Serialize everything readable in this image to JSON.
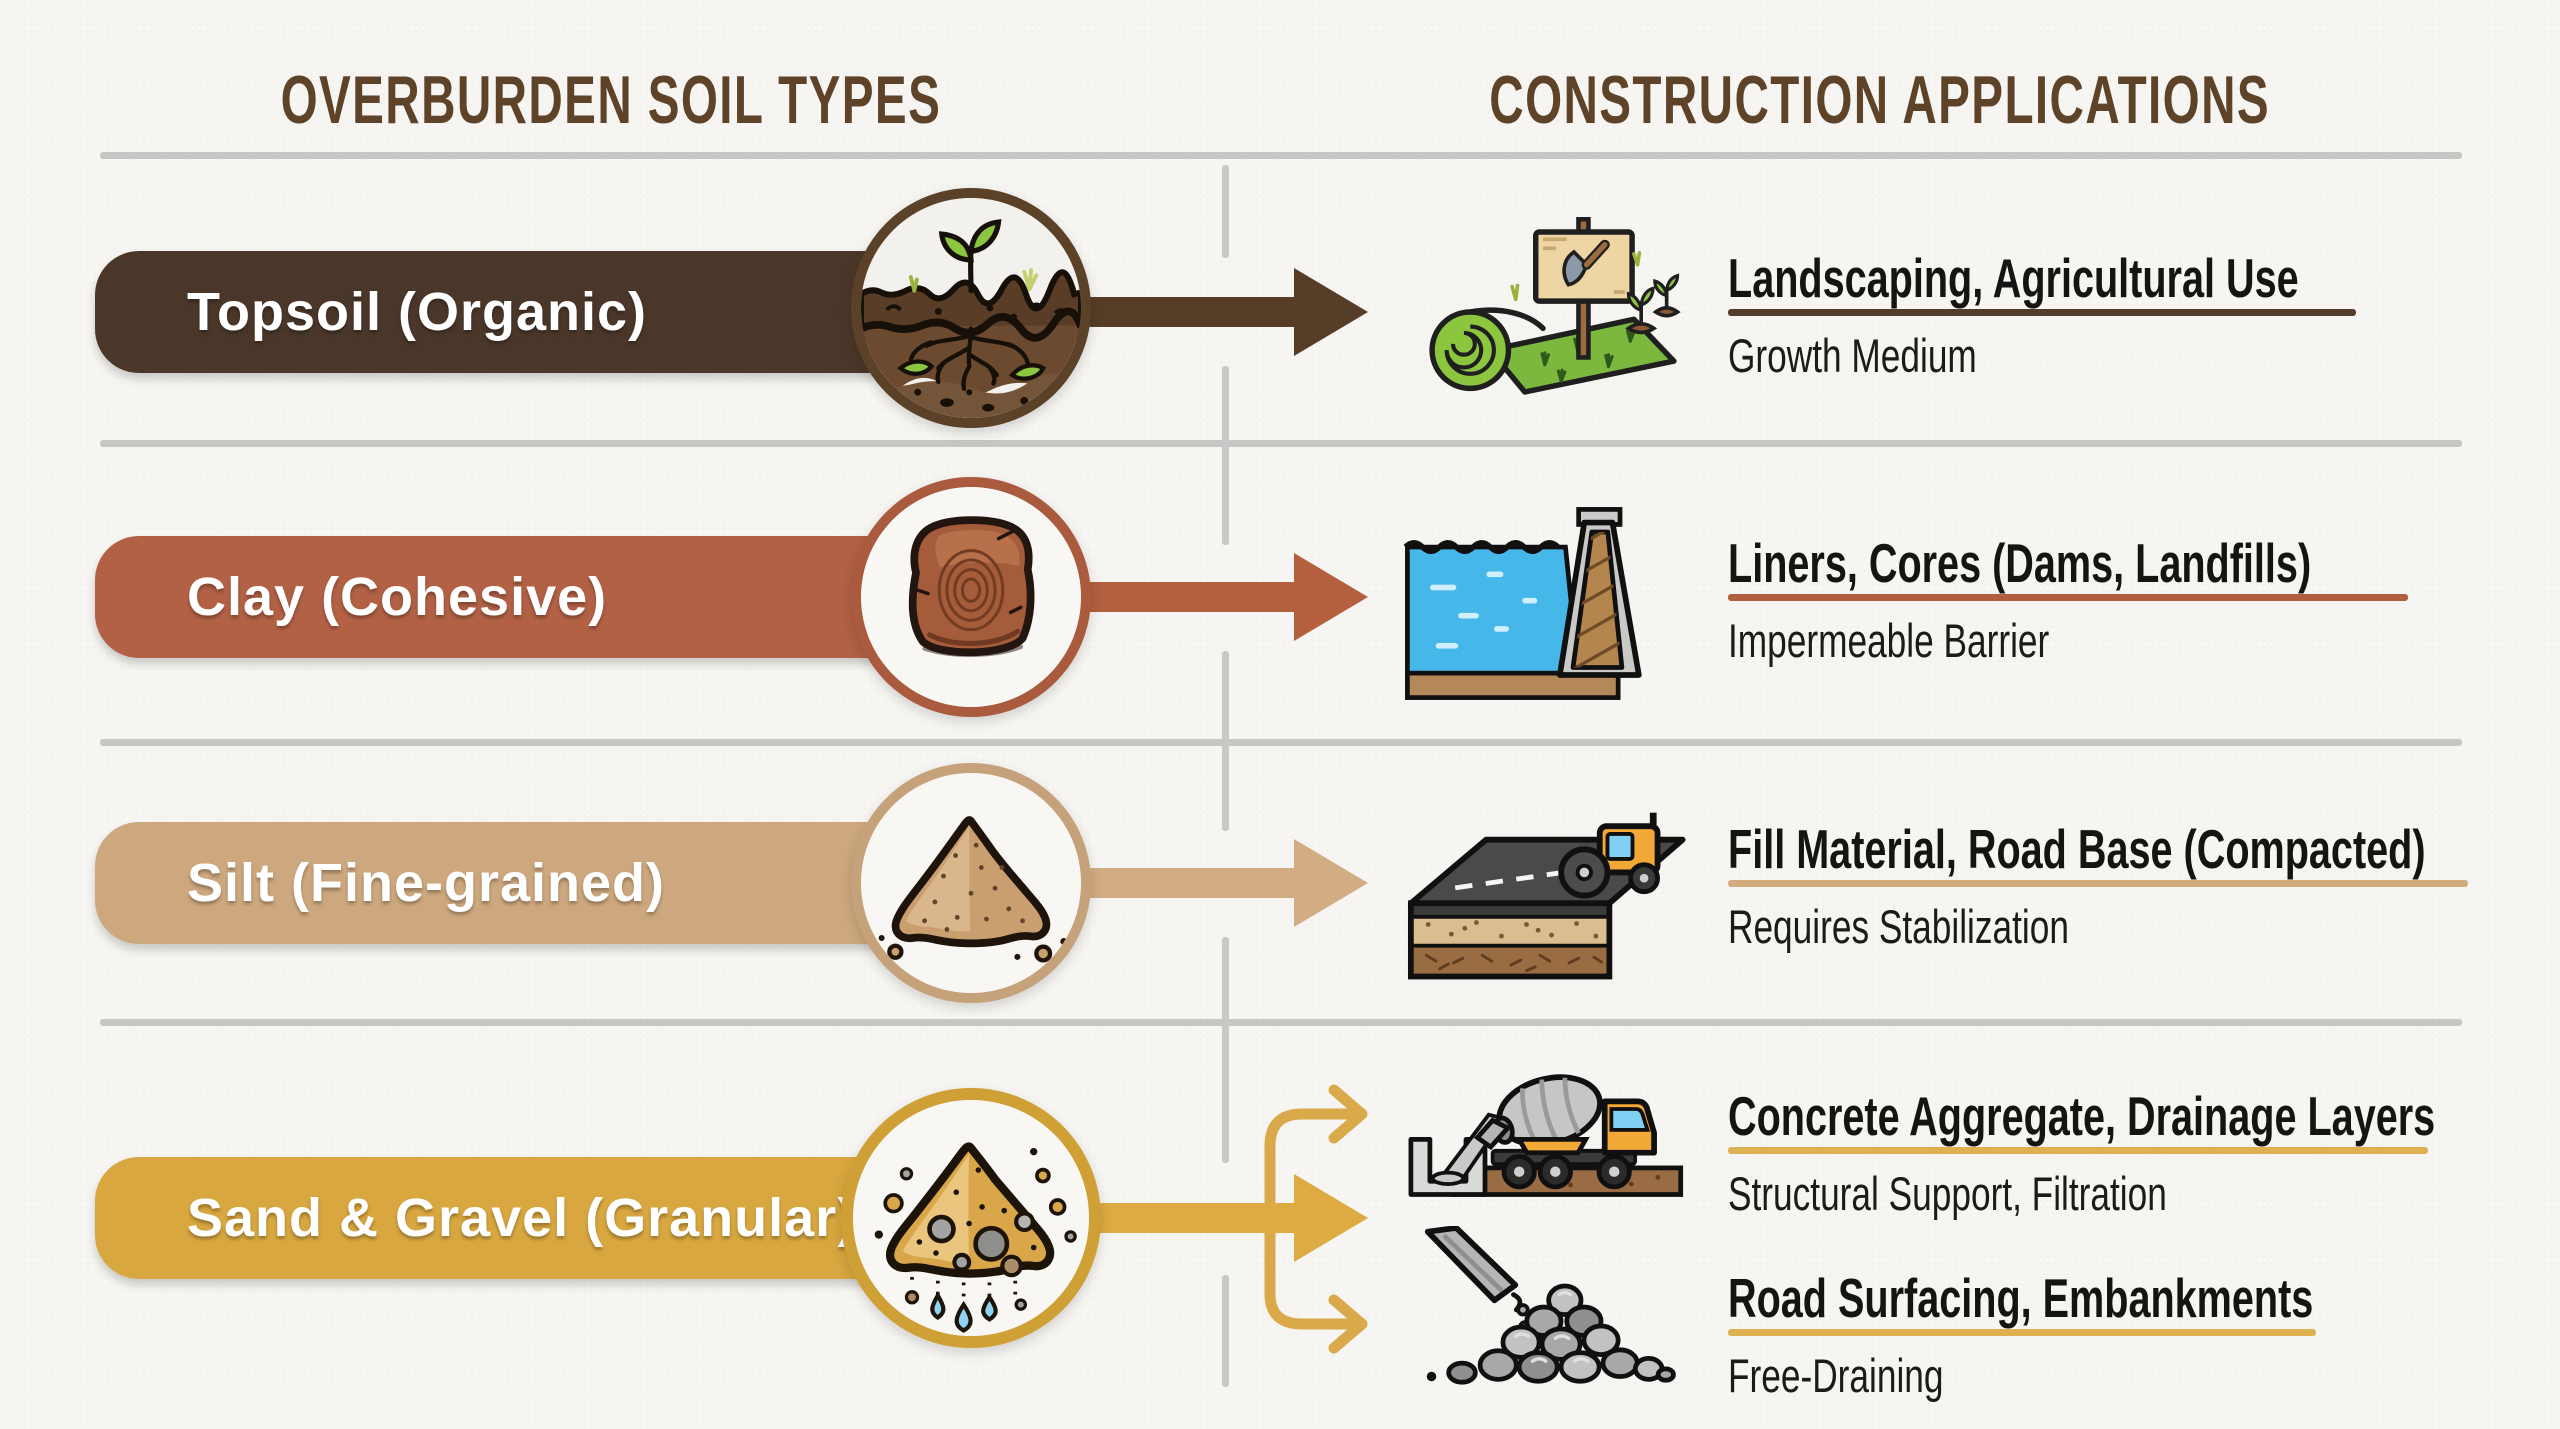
{
  "headers": {
    "left": "OVERBURDEN SOIL TYPES",
    "right": "CONSTRUCTION APPLICATIONS",
    "color": "#5e4329"
  },
  "soil_types": [
    {
      "label": "Topsoil (Organic)",
      "pill_color": "#4b3729",
      "ring_color": "#5c4129",
      "arrow_color": "#553d28",
      "icon": "topsoil-profile-icon",
      "applications": [
        {
          "icon": "landscaping-icon",
          "title": "Landscaping, Agricultural Use",
          "subtitle": "Growth Medium",
          "underline_color": "#543b2a"
        }
      ]
    },
    {
      "label": "Clay (Cohesive)",
      "pill_color": "#b26145",
      "ring_color": "#aa5a3d",
      "arrow_color": "#b4603e",
      "icon": "clay-lump-icon",
      "applications": [
        {
          "icon": "dam-icon",
          "title": "Liners, Cores (Dams, Landfills)",
          "subtitle": "Impermeable Barrier",
          "underline_color": "#b05e3d"
        }
      ]
    },
    {
      "label": "Silt (Fine-grained)",
      "pill_color": "#cda87e",
      "ring_color": "#c6a27a",
      "arrow_color": "#d2ac82",
      "icon": "silt-pile-icon",
      "applications": [
        {
          "icon": "road-base-icon",
          "title": "Fill Material, Road Base (Compacted)",
          "subtitle": "Requires Stabilization",
          "underline_color": "#d2ac7d"
        }
      ]
    },
    {
      "label": "Sand & Gravel (Granular)",
      "pill_color": "#d8a73f",
      "ring_color": "#cfa035",
      "arrow_color": "#ddab42",
      "branch_color": "#d9a94a",
      "icon": "sand-gravel-icon",
      "applications": [
        {
          "icon": "concrete-mixer-icon",
          "title": "Concrete Aggregate, Drainage Layers",
          "subtitle": "Structural Support, Filtration",
          "underline_color": "#ddb052"
        },
        {
          "icon": "gravel-pile-icon",
          "title": "Road Surfacing, Embankments",
          "subtitle": "Free-Draining",
          "underline_color": "#ddb052"
        }
      ]
    }
  ]
}
